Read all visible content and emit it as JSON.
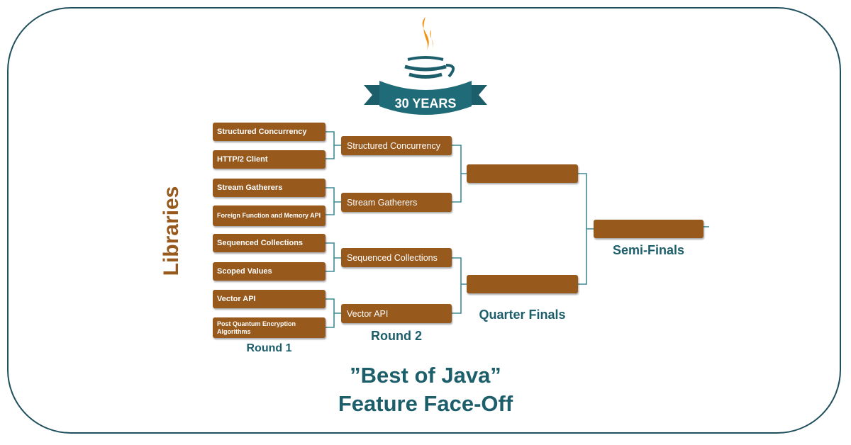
{
  "logo": {
    "text": "30 YEARS"
  },
  "side_label": "Libraries",
  "round1": [
    "Structured Concurrency",
    "HTTP/2 Client",
    "Stream Gatherers",
    "Foreign Function and Memory API",
    "Sequenced Collections",
    "Scoped Values",
    "Vector API",
    "Post Quantum Encryption Algorithms"
  ],
  "round2": [
    "Structured Concurrency",
    "Stream Gatherers",
    "Sequenced Collections",
    "Vector API"
  ],
  "quarter_finals": [
    "",
    ""
  ],
  "semi_finals": [
    ""
  ],
  "labels": {
    "round1": "Round 1",
    "round2": "Round 2",
    "quarter": "Quarter Finals",
    "semi": "Semi-Finals"
  },
  "title": {
    "line1": "”Best of Java”",
    "line2": "Feature Face-Off"
  },
  "colors": {
    "box": "#98591c",
    "teal": "#1d5e6b",
    "flame": "#f29111"
  }
}
